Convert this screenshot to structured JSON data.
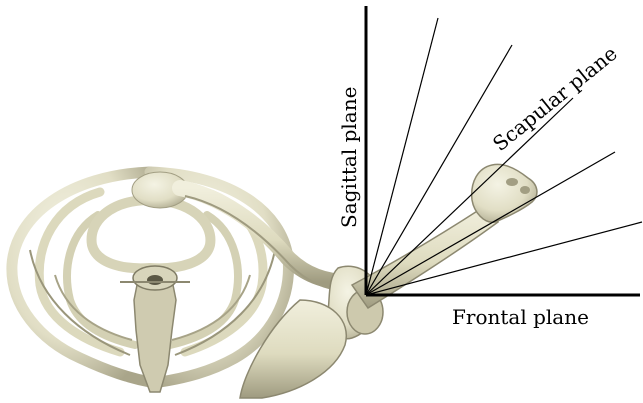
{
  "labels": {
    "sagittal": "Sagittal plane",
    "scapular": "Scapular plane",
    "frontal": "Frontal plane"
  },
  "colors": {
    "bone": "#e6e4cc",
    "bone_shadow": "#a9a58a",
    "bone_outline": "#8c8870",
    "axis": "#000000",
    "line": "#000000"
  }
}
